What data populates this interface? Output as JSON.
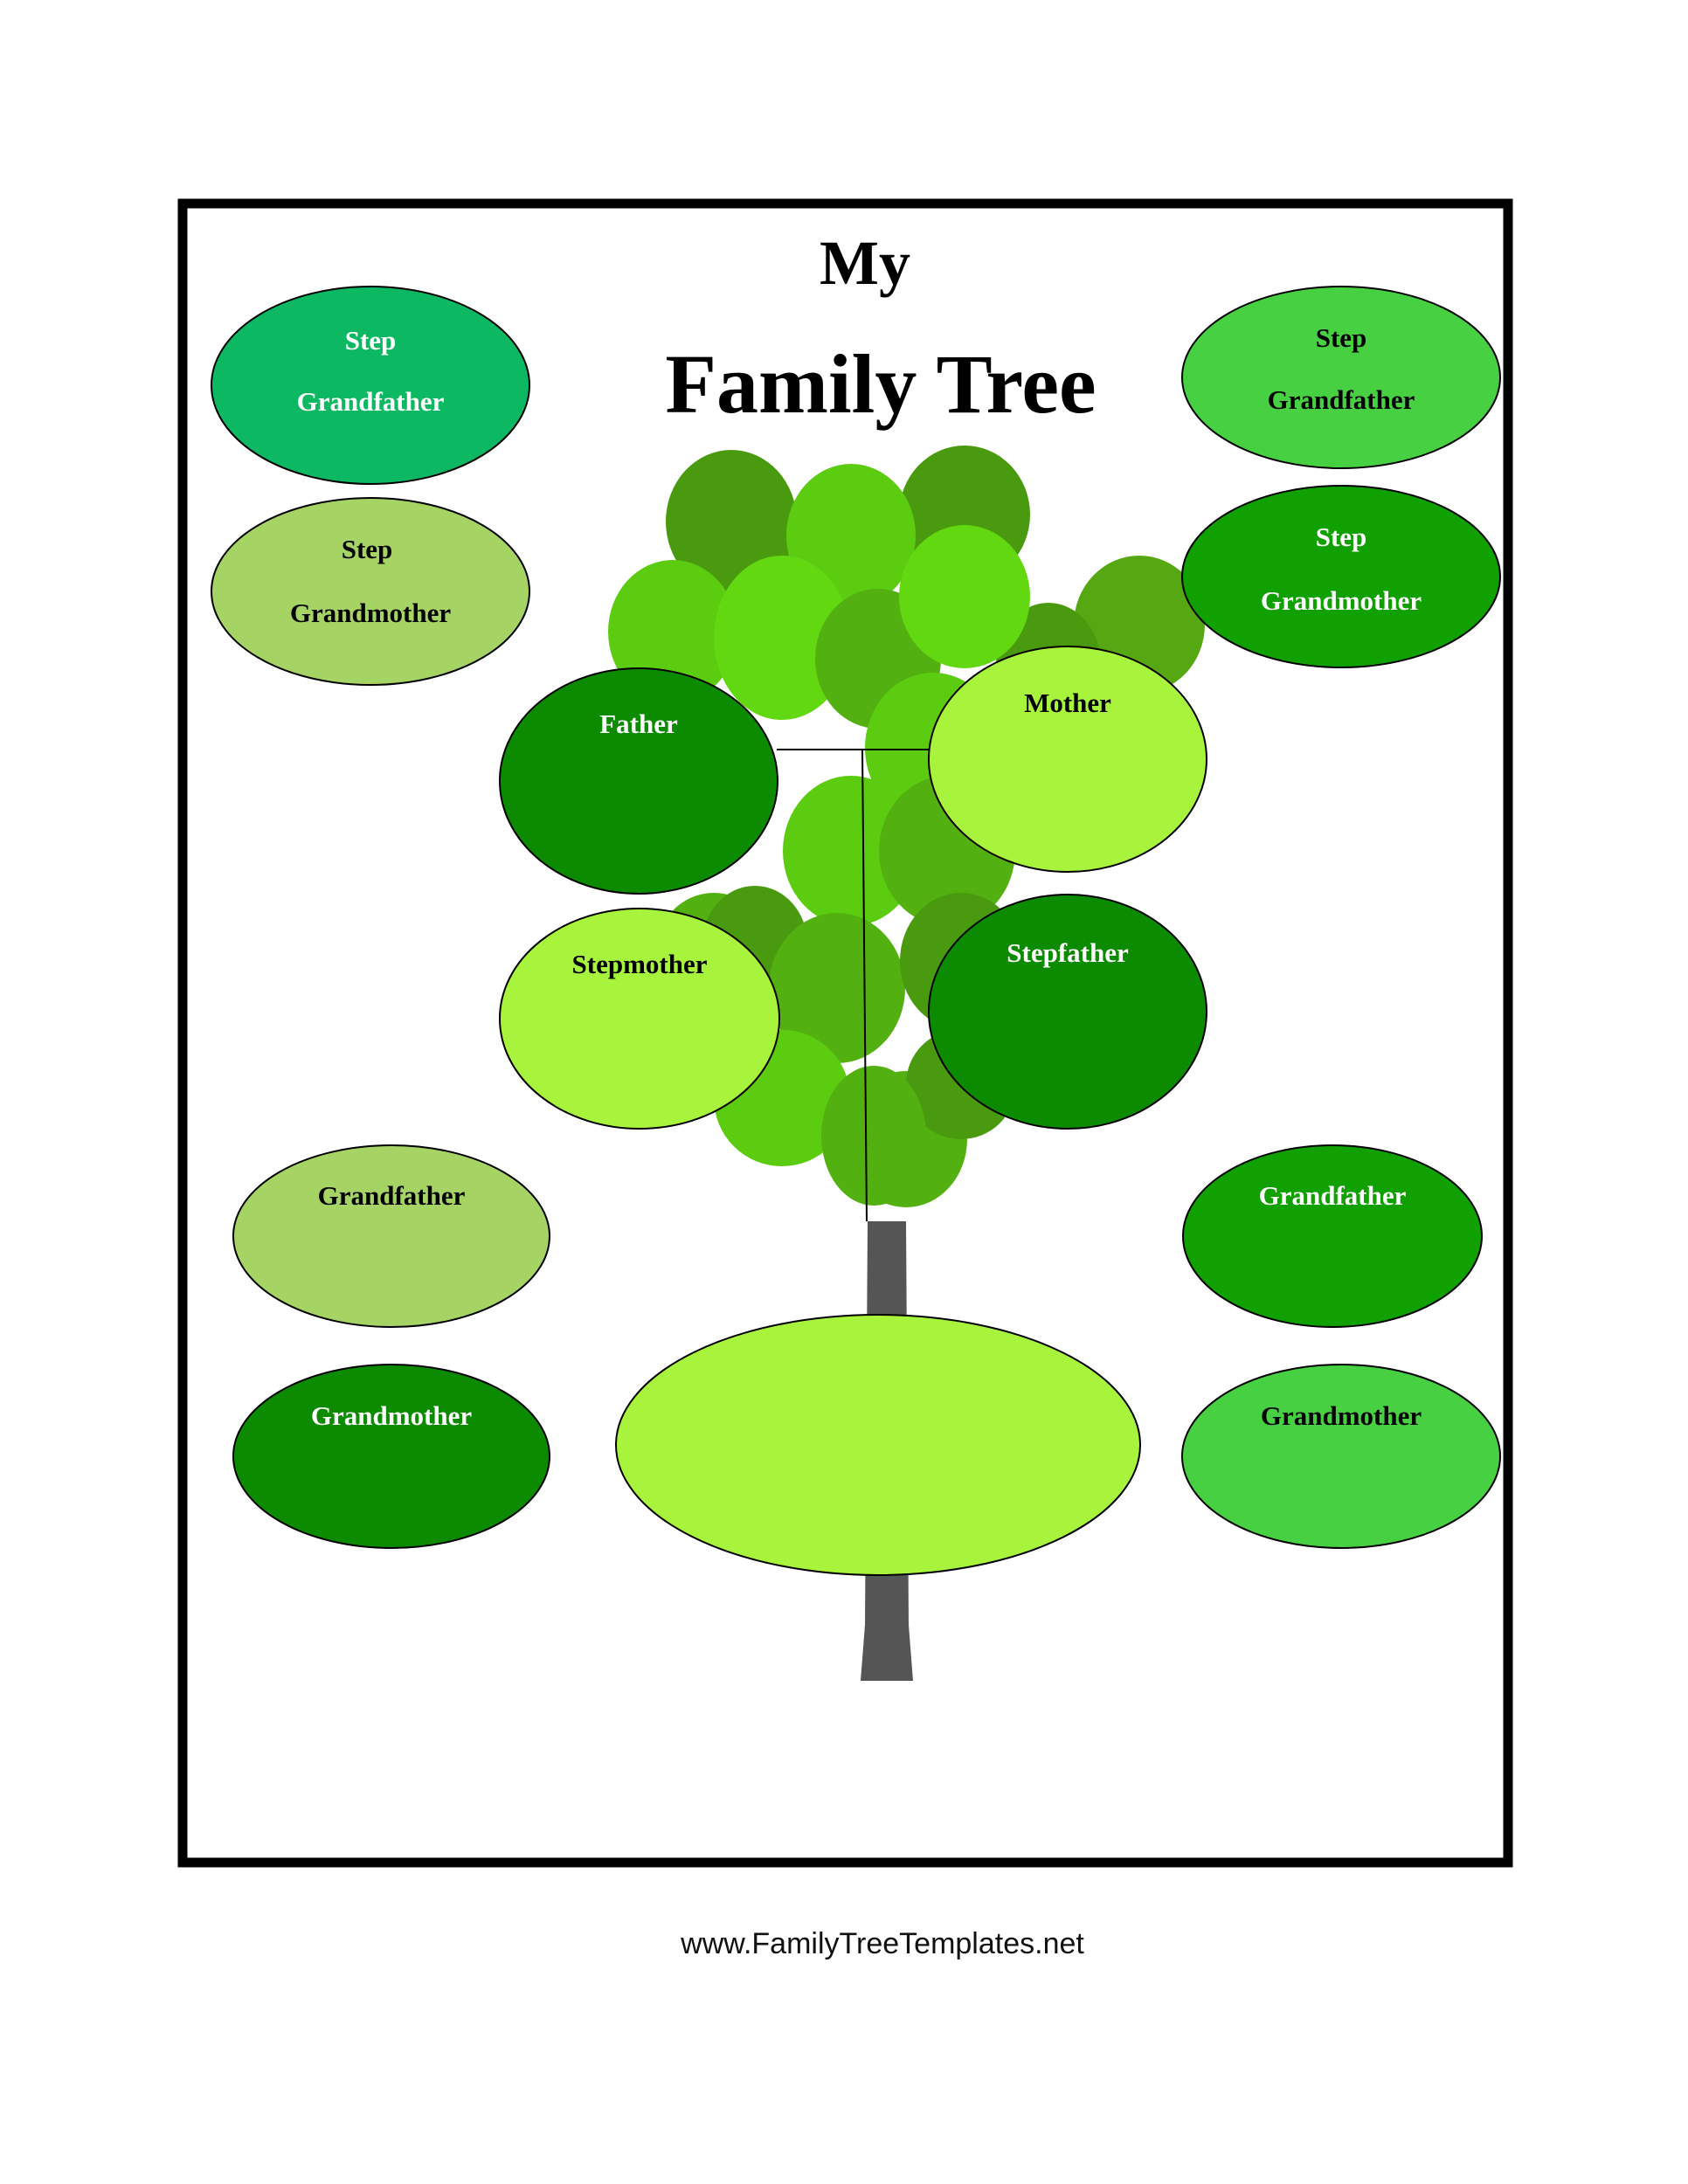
{
  "title": {
    "line1": "My",
    "line2": "Family Tree"
  },
  "colors": {
    "teal_green": "#0db862",
    "pale_green": "#a6d464",
    "light_green": "#48d043",
    "green": "#10a000",
    "dark_green": "#0c8a00",
    "lime": "#a8f43c",
    "trunk": "#555555"
  },
  "members": {
    "step_grandfather_left": {
      "line1": "Step",
      "line2": "Grandfather"
    },
    "step_grandmother_left": {
      "line1": "Step",
      "line2": "Grandmother"
    },
    "step_grandfather_right": {
      "line1": "Step",
      "line2": "Grandfather"
    },
    "step_grandmother_right": {
      "line1": "Step",
      "line2": "Grandmother"
    },
    "father": "Father",
    "mother": "Mother",
    "stepmother": "Stepmother",
    "stepfather": "Stepfather",
    "grandfather_left": "Grandfather",
    "grandmother_left": "Grandmother",
    "grandfather_right": "Grandfather",
    "grandmother_right": "Grandmother",
    "self": ""
  },
  "footer": "www.FamilyTreeTemplates.net"
}
